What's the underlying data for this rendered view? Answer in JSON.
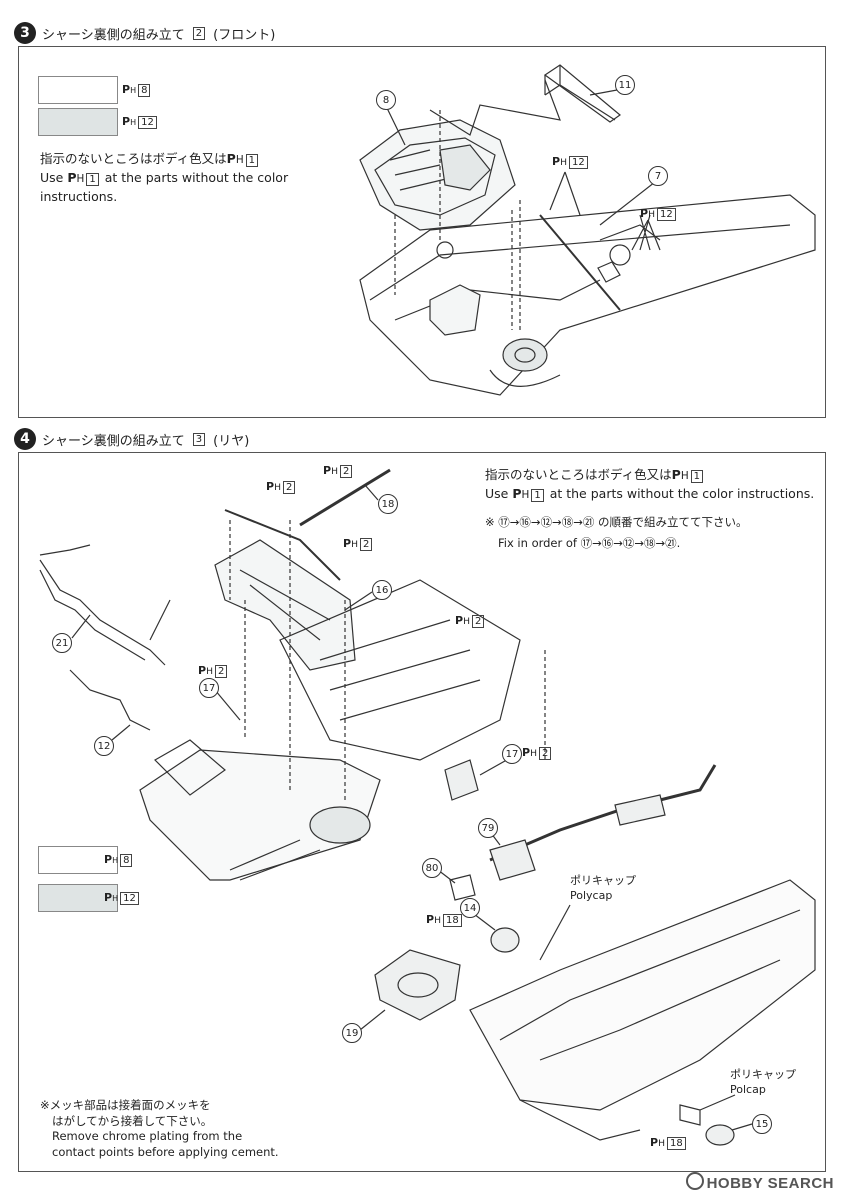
{
  "step3": {
    "number": "3",
    "title_main": "シャーシ裏側の組み立て",
    "title_box": "2",
    "title_sub": "(フロント)",
    "legend": [
      {
        "p": "P",
        "h": "H",
        "num": "8",
        "color": "#ffffff"
      },
      {
        "p": "P",
        "h": "H",
        "num": "12",
        "color": "#dfe4e4"
      }
    ],
    "note_jp_pre": "指示のないところはボディ色又は",
    "note_jp_post": "1",
    "note_en_pre": "Use",
    "note_en_num": "1",
    "note_en_post": "at the parts without the color",
    "note_en_line2": "instructions.",
    "callouts": [
      "8",
      "11",
      "7"
    ],
    "ph_labels": [
      "12",
      "12"
    ]
  },
  "step4": {
    "number": "4",
    "title_main": "シャーシ裏側の組み立て",
    "title_box": "3",
    "title_sub": "(リヤ)",
    "note_jp_pre": "指示のないところはボディ色又は",
    "note_jp_num": "1",
    "note_en_pre": "Use",
    "note_en_num": "1",
    "note_en_post": "at the parts without the color instructions.",
    "order_jp": "※ ⑰→⑯→⑫→⑱→㉑ の順番で組み立てて下さい。",
    "order_en": "Fix in order of ⑰→⑯→⑫→⑱→㉑.",
    "legend": [
      {
        "p": "P",
        "h": "H",
        "num": "8",
        "color": "#ffffff"
      },
      {
        "p": "P",
        "h": "H",
        "num": "12",
        "color": "#dfe4e4"
      }
    ],
    "callouts": [
      "18",
      "16",
      "21",
      "17",
      "12",
      "17",
      "79",
      "80",
      "14",
      "19",
      "15"
    ],
    "ph_labels": [
      "2",
      "2",
      "2",
      "2",
      "2",
      "2",
      "18",
      "18"
    ],
    "polycap1_jp": "ポリキャップ",
    "polycap1_en": "Polycap",
    "polycap2_jp": "ポリキャップ",
    "polycap2_en": "Polcap",
    "chrome_jp1": "※メッキ部品は接着面のメッキを",
    "chrome_jp2": "はがしてから接着して下さい。",
    "chrome_en1": "Remove chrome plating from the",
    "chrome_en2": "contact points before applying cement."
  },
  "watermark": {
    "brand": "HOBBY SEARCH"
  }
}
